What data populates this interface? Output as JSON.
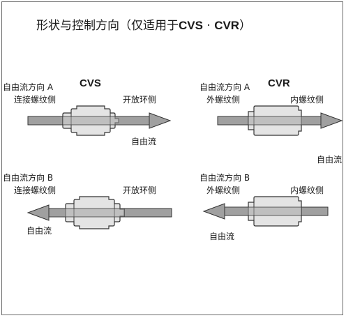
{
  "title": {
    "prefix": "形状与控制方向（仅适用于",
    "model_a": "CVS",
    "separator": " · ",
    "model_b": "CVR",
    "suffix": "）"
  },
  "panels": {
    "cvs_a": {
      "direction": "自由流方向 A",
      "model": "CVS",
      "left_side": "连接螺纹侧",
      "right_side": "开放环侧",
      "flow": "自由流"
    },
    "cvr_a": {
      "direction": "自由流方向 A",
      "model": "CVR",
      "left_side": "外螺纹侧",
      "right_side": "内螺纹侧",
      "flow": "自由流"
    },
    "cvs_b": {
      "direction": "自由流方向 B",
      "left_side": "连接螺纹侧",
      "right_side": "开放环侧",
      "flow": "自由流"
    },
    "cvr_b": {
      "direction": "自由流方向 B",
      "left_side": "外螺纹侧",
      "right_side": "内螺纹侧",
      "flow": "自由流"
    }
  },
  "colors": {
    "arrow_fill": "#a0a0a0",
    "valve_fill": "#e4e4e4",
    "outline": "#333333",
    "frame": "#6a6a6a"
  }
}
